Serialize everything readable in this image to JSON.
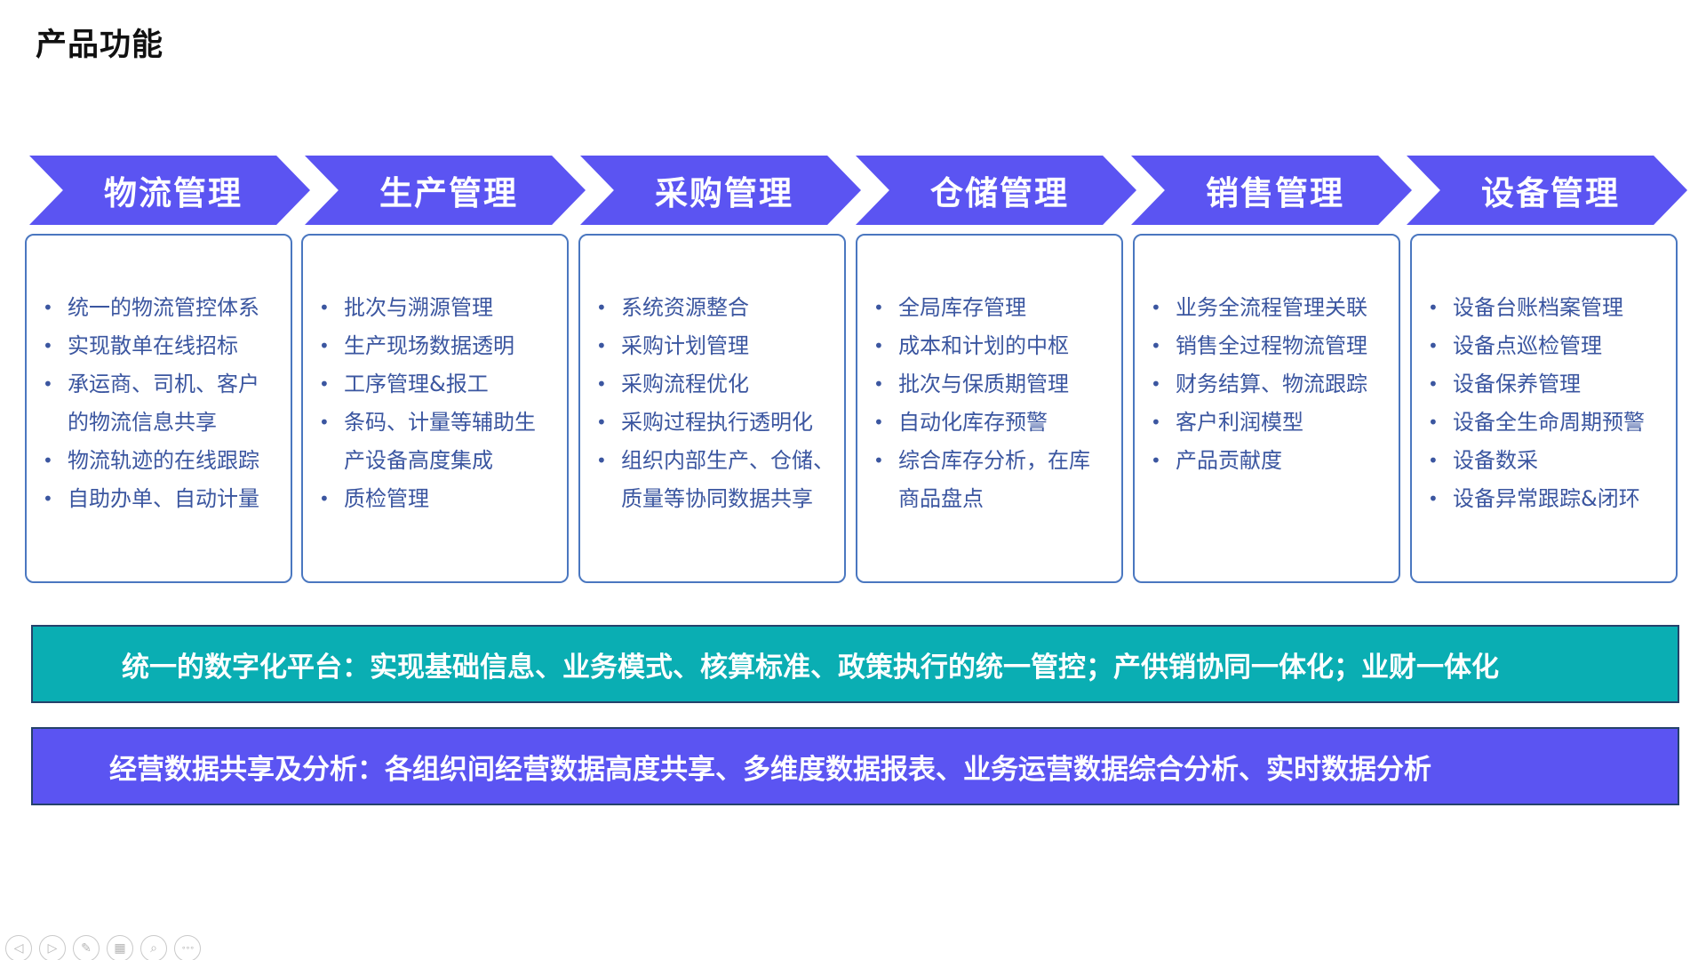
{
  "slide": {
    "title": "产品功能"
  },
  "columns": [
    {
      "header": "物流管理",
      "items": [
        "统一的物流管控体系",
        "实现散单在线招标",
        "承运商、司机、客户",
        "的物流信息共享",
        "物流轨迹的在线跟踪",
        "自助办单、自动计量"
      ]
    },
    {
      "header": "生产管理",
      "items": [
        "批次与溯源管理",
        "生产现场数据透明",
        "工序管理&报工",
        "条码、计量等辅助生",
        "产设备高度集成",
        "质检管理"
      ]
    },
    {
      "header": "采购管理",
      "items": [
        "系统资源整合",
        "采购计划管理",
        "采购流程优化",
        "采购过程执行透明化",
        "组织内部生产、仓储、",
        "质量等协同数据共享"
      ]
    },
    {
      "header": "仓储管理",
      "items": [
        "全局库存管理",
        "成本和计划的中枢",
        "批次与保质期管理",
        "自动化库存预警",
        "综合库存分析，在库",
        "商品盘点"
      ]
    },
    {
      "header": "销售管理",
      "items": [
        "业务全流程管理关联",
        "销售全过程物流管理",
        "财务结算、物流跟踪",
        "客户利润模型",
        "产品贡献度"
      ]
    },
    {
      "header": "设备管理",
      "items": [
        "设备台账档案管理",
        "设备点巡检管理",
        "设备保养管理",
        "设备全生命周期预警",
        "设备数采",
        "设备异常跟踪&闭环"
      ]
    }
  ],
  "banners": {
    "platform": "统一的数字化平台：实现基础信息、业务模式、核算标准、政策执行的统一管控；产供销协同一体化；业财一体化",
    "analysis": "经营数据共享及分析：各组织间经营数据高度共享、多维度数据报表、业务运营数据综合分析、实时数据分析"
  },
  "toolbar": {
    "icons": [
      "prev-icon",
      "next-icon",
      "pen-icon",
      "slides-icon",
      "zoom-icon",
      "more-icon"
    ],
    "glyphs": [
      "◁",
      "▷",
      "✎",
      "▦",
      "⌕",
      "∘∘∘"
    ]
  },
  "colors": {
    "chevron": "#5b54f2",
    "card_border": "#4a77c0",
    "card_text": "#3b56a0",
    "teal_banner": "#0aaeb3",
    "blue_banner": "#5b54f2"
  }
}
